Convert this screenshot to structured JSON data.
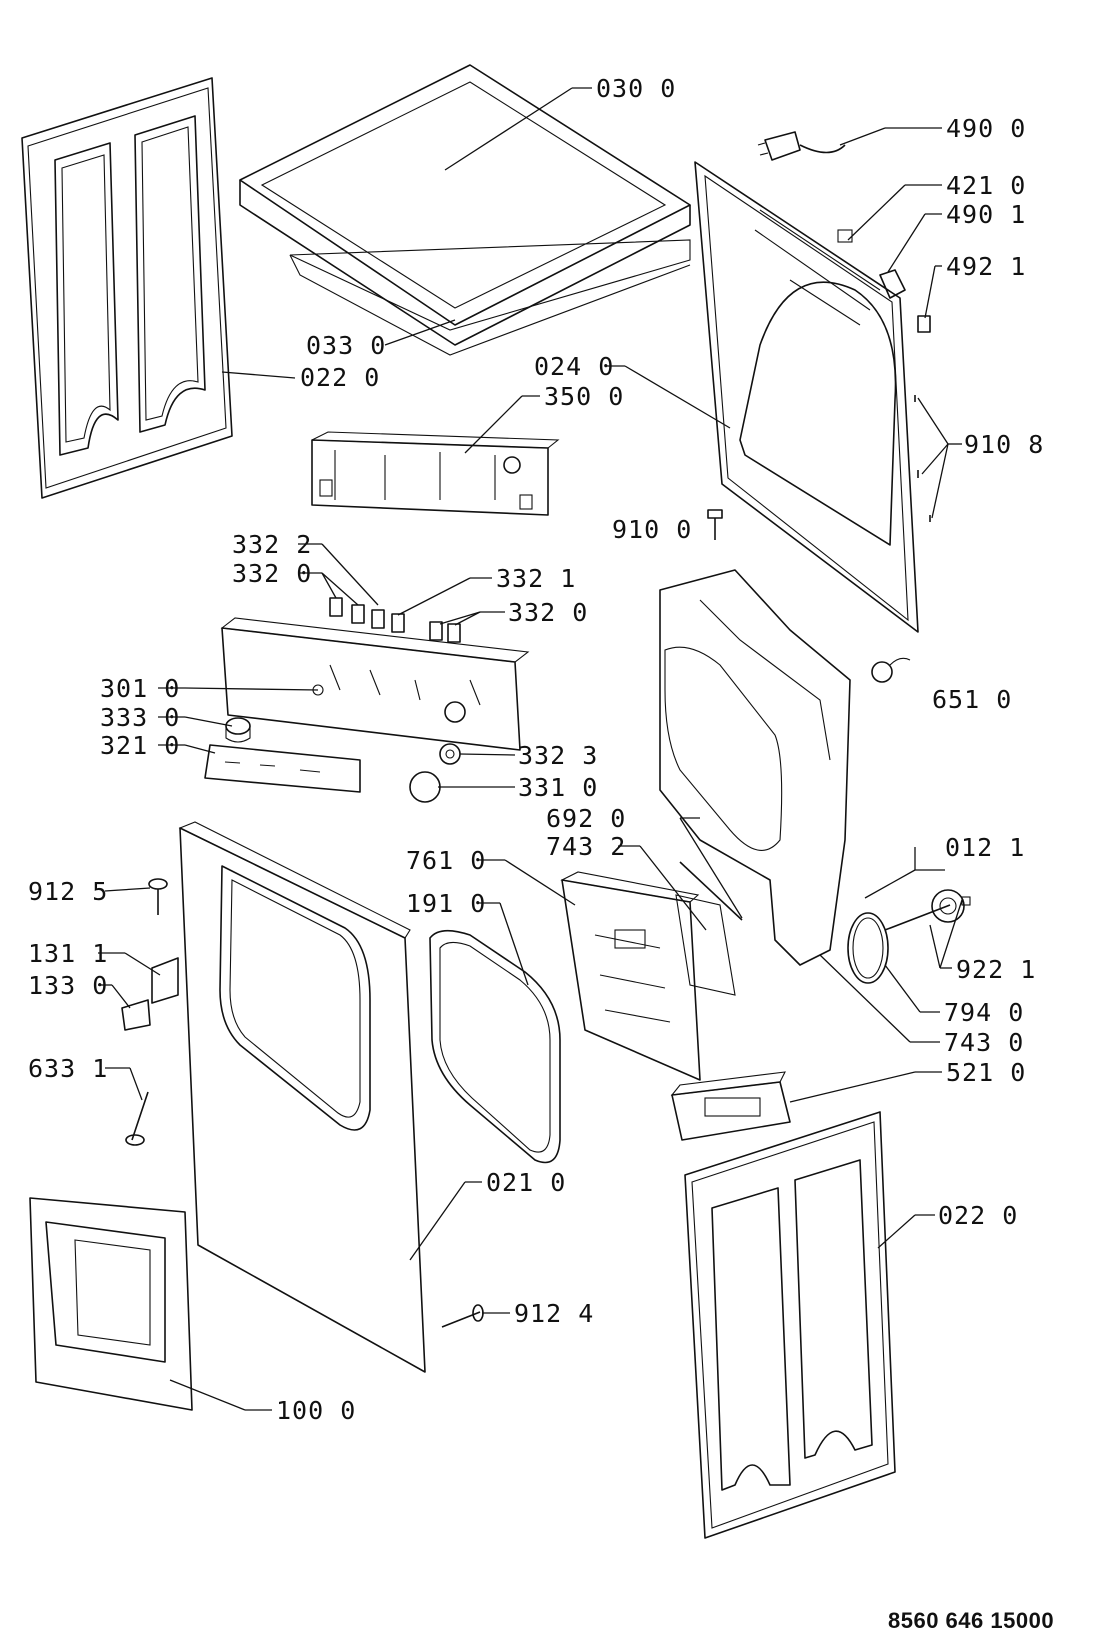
{
  "diagram": {
    "document_number": "8560 646 15000",
    "callouts": {
      "c0300": "030 0",
      "c4900": "490 0",
      "c4210": "421 0",
      "c4901": "490 1",
      "c4921": "492 1",
      "c0330": "033 0",
      "c0220_left": "022 0",
      "c0240": "024 0",
      "c3500": "350 0",
      "c9108": "910 8",
      "c9100": "910 0",
      "c3322": "332 2",
      "c3320_left": "332 0",
      "c3321": "332 1",
      "c3320_right": "332 0",
      "c3010": "301 0",
      "c3330": "333 0",
      "c3210": "321 0",
      "c3323": "332 3",
      "c3310": "331 0",
      "c6510": "651 0",
      "c6920": "692 0",
      "c7432": "743 2",
      "c7610": "761 0",
      "c1910": "191 0",
      "c0121": "012 1",
      "c9125": "912 5",
      "c1311": "131 1",
      "c1330": "133 0",
      "c9221": "922 1",
      "c7940": "794 0",
      "c7430": "743 0",
      "c6331": "633 1",
      "c5210": "521 0",
      "c0210": "021 0",
      "c0220_right": "022 0",
      "c9124": "912 4",
      "c1000": "100 0"
    }
  }
}
